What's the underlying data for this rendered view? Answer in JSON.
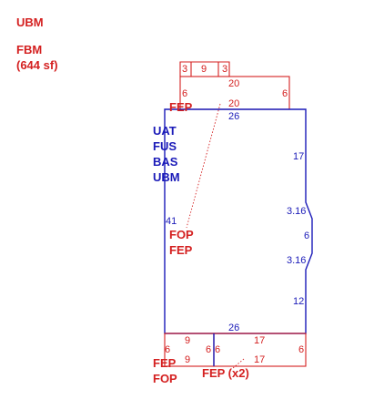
{
  "labels": {
    "top_left_code": "UBM",
    "area_code": "FBM",
    "area_size": "(644 sf)",
    "top_porch_code": "FEP",
    "main_codes": [
      "UAT",
      "FUS",
      "BAS",
      "UBM"
    ],
    "center_codes": [
      "FOP",
      "FEP"
    ],
    "bottom_left_codes": [
      "FEP",
      "FOP"
    ],
    "bottom_right_code": "FEP (x2)"
  },
  "dimensions": {
    "top_small_left": "3",
    "top_small_mid": "9",
    "top_small_right": "3",
    "top_porch_top": "20",
    "top_porch_left": "6",
    "top_porch_bottom": "20",
    "top_porch_right": "6",
    "main_top": "26",
    "main_left": "41",
    "main_right_upper": "17",
    "bump_upper": "3.16",
    "bump_depth": "6",
    "bump_lower": "3.16",
    "main_right_lower": "12",
    "main_bottom": "26",
    "bl_top": "9",
    "bl_left": "6",
    "bl_right": "6",
    "bl_bottom": "9",
    "br_top": "17",
    "br_left": "6",
    "br_right": "6",
    "br_bottom": "17"
  },
  "colors": {
    "living_area": "#1a1ab8",
    "attached_area": "#d42020"
  }
}
